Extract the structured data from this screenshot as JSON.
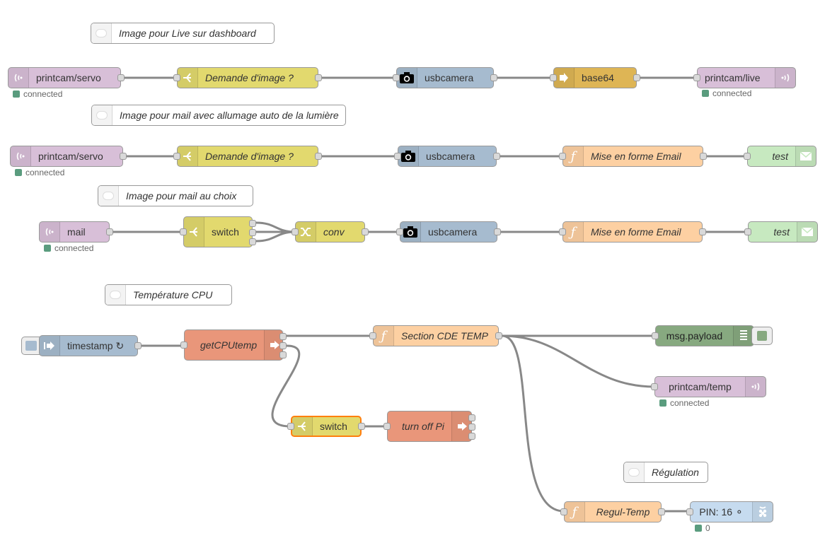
{
  "comments": {
    "live": "Image pour Live sur dashboard",
    "mail_auto": "Image pour mail avec allumage auto de la lumière",
    "mail_choice": "Image pour mail au choix",
    "cpu_temp": "Température CPU",
    "regulation": "Régulation"
  },
  "flow1": {
    "mqtt_in": "printcam/servo",
    "switch": "Demande d'image ?",
    "camera": "usbcamera",
    "base64": "base64",
    "mqtt_out": "printcam/live",
    "status_in": "connected",
    "status_out": "connected"
  },
  "flow2": {
    "mqtt_in": "printcam/servo",
    "switch": "Demande d'image ?",
    "camera": "usbcamera",
    "function": "Mise en forme Email",
    "email": "test",
    "status_in": "connected"
  },
  "flow3": {
    "mqtt_in": "mail",
    "switch": "switch",
    "change": "conv",
    "camera": "usbcamera",
    "function": "Mise en forme Email",
    "email": "test",
    "status_in": "connected"
  },
  "flow4": {
    "inject": "timestamp ↻",
    "exec": "getCPUtemp",
    "function": "Section CDE TEMP",
    "debug": "msg.payload",
    "mqtt_out": "printcam/temp",
    "status_out": "connected",
    "switch": "switch",
    "turn_off": "turn off Pi",
    "regul": "Regul-Temp",
    "gpio": "PIN: 16 ⚬",
    "gpio_status": "0"
  },
  "colors": {
    "mqtt": "#d8bfd8",
    "switch": "#e2d96e",
    "camera": "#a6bbcf",
    "base64": "#deb555",
    "function": "#fdd0a2",
    "email": "#c7e9c0",
    "exec": "#e9967a",
    "debug": "#87a980",
    "gpio": "#c6dbef",
    "status_connected": "#5a9c7e",
    "selected_outline": "#ff7f0e"
  },
  "icons": {
    "mqtt": "radio-waves-icon",
    "switch": "switch-icon",
    "camera": "camera-icon",
    "base64": "arrow-right-icon",
    "function": "function-icon",
    "email": "envelope-icon",
    "inject": "inject-arrow-icon",
    "exec": "exec-arrow-icon",
    "debug": "debug-bars-icon",
    "gpio": "raspberry-pi-icon",
    "change": "shuffle-icon",
    "comment": "speech-bubble-icon"
  }
}
